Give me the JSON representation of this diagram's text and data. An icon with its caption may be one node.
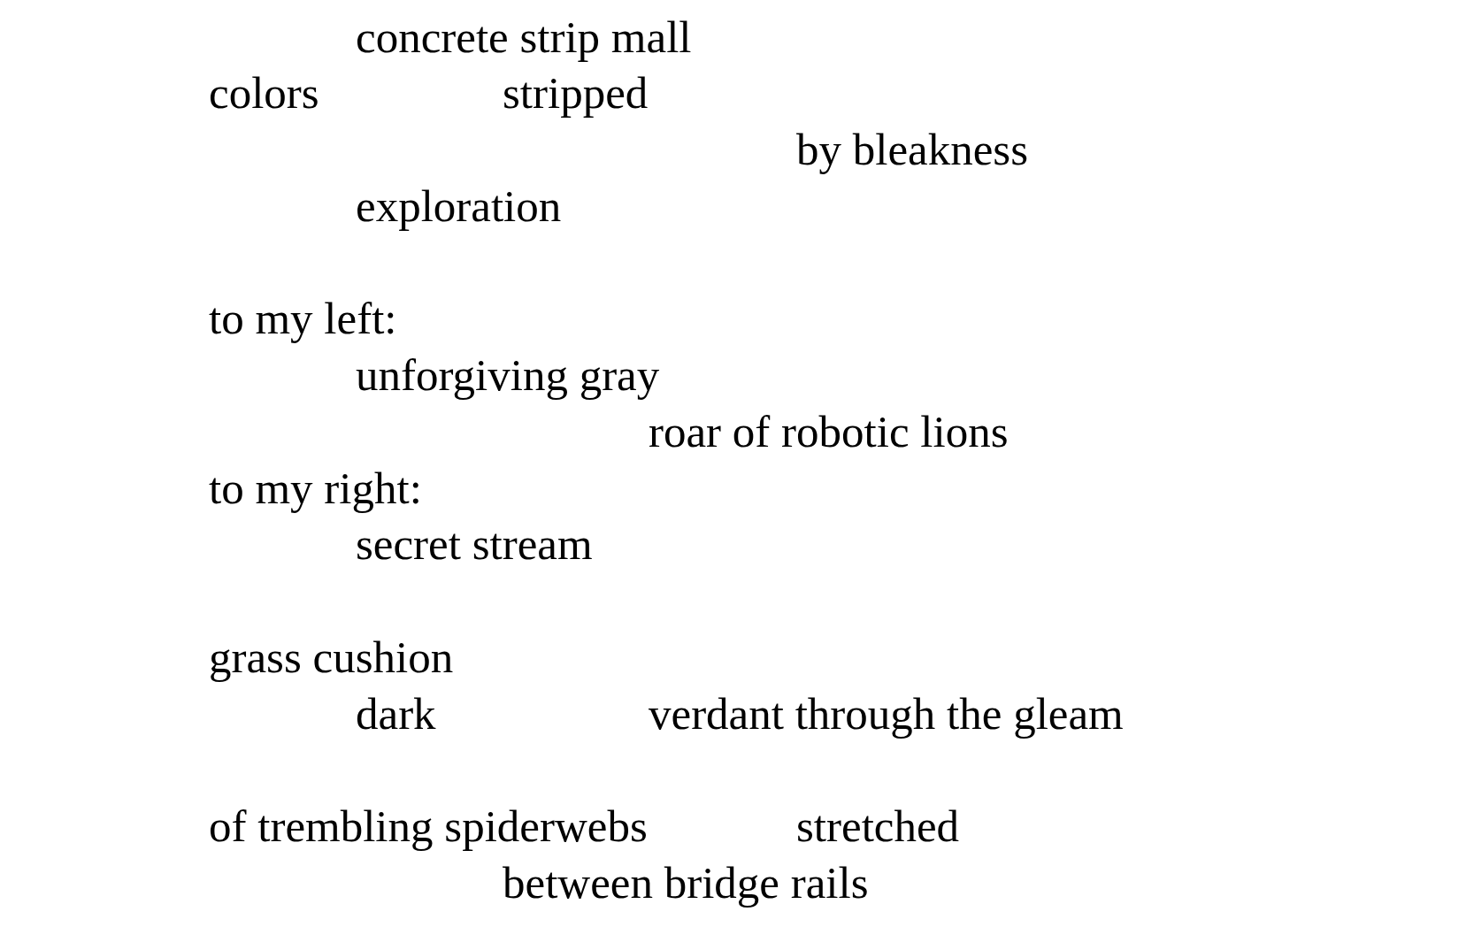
{
  "diagram": {
    "labels": [
      "concrete strip mall",
      "colors",
      "stripped",
      "by bleakness",
      "exploration",
      "to my left:",
      "unforgiving gray",
      "roar of robotic lions",
      "to my right:",
      "secret stream",
      "grass cushion",
      "dark",
      "verdant through the gleam",
      "of trembling spiderwebs",
      "stretched",
      "between bridge rails"
    ]
  }
}
